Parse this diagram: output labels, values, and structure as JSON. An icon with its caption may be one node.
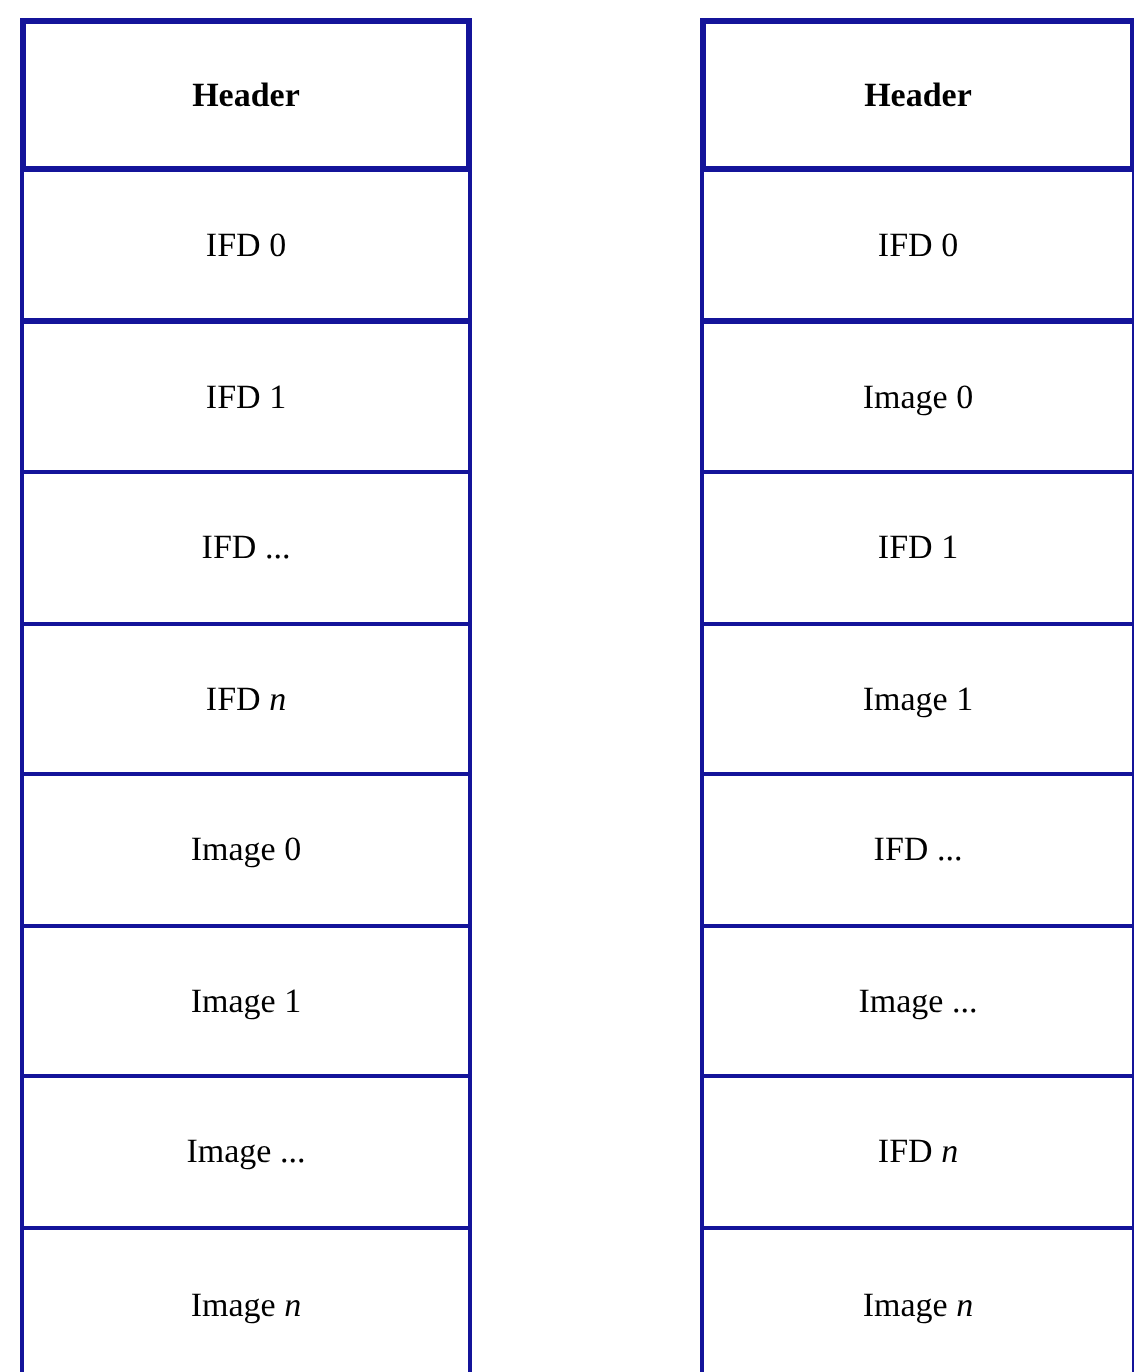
{
  "diagram": {
    "nodes": [
      {
        "text": [
          "Header"
        ]
      },
      {
        "text": [
          "IFD 0"
        ]
      },
      {
        "text": [
          "IFD 1"
        ]
      },
      {
        "text": [
          "IFD ..."
        ]
      },
      {
        "text": [
          "IFD *n*"
        ]
      },
      {
        "text": [
          "Image 0"
        ]
      },
      {
        "text": [
          "Image 1"
        ]
      },
      {
        "text": [
          "Image ..."
        ]
      },
      {
        "text": [
          "Image *n*"
        ]
      },
      {
        "text": [
          "Header"
        ]
      },
      {
        "text": [
          "IFD 0"
        ]
      },
      {
        "text": [
          "Image 0"
        ]
      },
      {
        "text": [
          "IFD 1"
        ]
      },
      {
        "text": [
          "Image 1"
        ]
      },
      {
        "text": [
          "IFD ..."
        ]
      },
      {
        "text": [
          "Image ..."
        ]
      },
      {
        "text": [
          "IFD *n*"
        ]
      },
      {
        "text": [
          "Image *n*"
        ]
      }
    ]
  }
}
